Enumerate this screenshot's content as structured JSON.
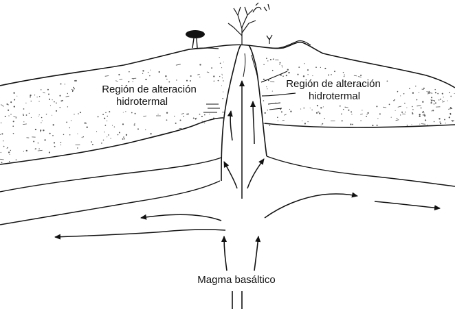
{
  "diagram": {
    "labels": {
      "left_region_line1": "Región de alteración",
      "left_region_line2": "hidrotermal",
      "right_region_line1": "Región de alteración",
      "right_region_line2": "hidrotermal",
      "magma": "Magma basáltico"
    },
    "colors": {
      "line": "#111111",
      "stipple": "#555555",
      "background": "#ffffff"
    }
  }
}
